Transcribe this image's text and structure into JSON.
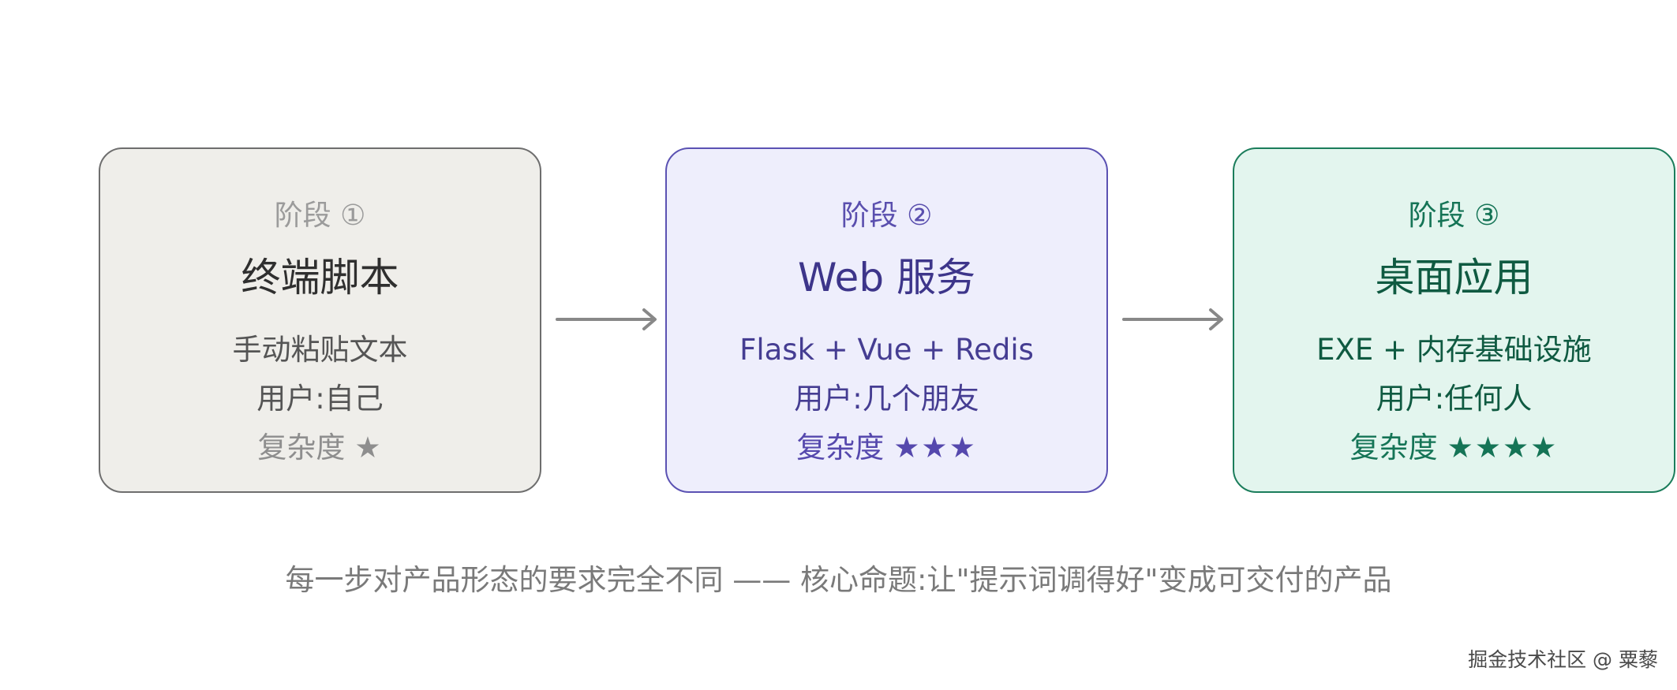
{
  "stages": [
    {
      "label": "阶段 ①",
      "title": "终端脚本",
      "tech": "手动粘贴文本",
      "users": "用户:自己",
      "complexity_label": "复杂度",
      "complexity_stars": "★",
      "colors": {
        "background": "#efeeea",
        "border": "#6e6e6e",
        "label": "#9b9b9b",
        "title": "#2f2f2f",
        "text": "#555555",
        "complexity": "#8e8e8e"
      }
    },
    {
      "label": "阶段 ②",
      "title": "Web 服务",
      "tech": "Flask + Vue + Redis",
      "users": "用户:几个朋友",
      "complexity_label": "复杂度",
      "complexity_stars": "★★★",
      "colors": {
        "background": "#eeeefc",
        "border": "#5b52b3",
        "label": "#5a4fae",
        "title": "#3d358a",
        "text": "#453d92",
        "complexity": "#5548ad"
      }
    },
    {
      "label": "阶段 ③",
      "title": "桌面应用",
      "tech": "EXE + 内存基础设施",
      "users": "用户:任何人",
      "complexity_label": "复杂度",
      "complexity_stars": "★★★★",
      "colors": {
        "background": "#e3f5ee",
        "border": "#1b7d5b",
        "label": "#157456",
        "title": "#0f5a41",
        "text": "#0f5a41",
        "complexity": "#157456"
      }
    }
  ],
  "arrow_color": "#888888",
  "caption": "每一步对产品形态的要求完全不同 —— 核心命题:让\"提示词调得好\"变成可交付的产品",
  "watermark": "掘金技术社区 @ 粟藜"
}
